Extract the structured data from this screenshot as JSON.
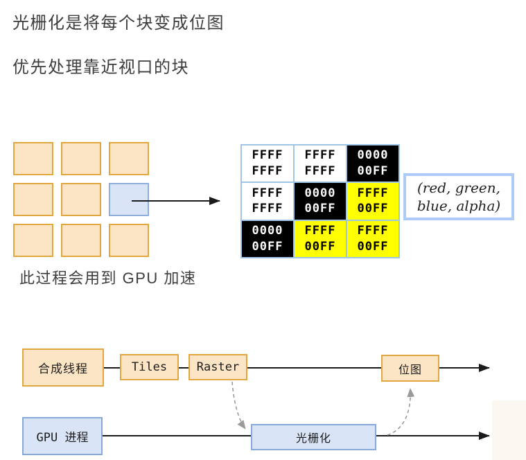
{
  "headings": {
    "line1": "光栅化是将每个块变成位图",
    "line2": "优先处理靠近视口的块",
    "gpu_note": "此过程会用到 GPU 加速"
  },
  "tile_grid": {
    "tiles": [
      {
        "name": "tile-r1c1",
        "bg": "#FCE5C5",
        "bc": "#E1A73E"
      },
      {
        "name": "tile-r1c2",
        "bg": "#FCE5C5",
        "bc": "#E1A73E"
      },
      {
        "name": "tile-r1c3",
        "bg": "#FCE5C5",
        "bc": "#E1A73E"
      },
      {
        "name": "tile-r2c1",
        "bg": "#FCE5C5",
        "bc": "#E1A73E"
      },
      {
        "name": "tile-r2c2",
        "bg": "#FCE5C5",
        "bc": "#E1A73E"
      },
      {
        "name": "tile-r2c3-highlighted",
        "bg": "#D9E5F7",
        "bc": "#8FAEDC"
      },
      {
        "name": "tile-r3c1",
        "bg": "#FCE5C5",
        "bc": "#E1A73E"
      },
      {
        "name": "tile-r3c2",
        "bg": "#FCE5C5",
        "bc": "#E1A73E"
      },
      {
        "name": "tile-r3c3",
        "bg": "#FCE5C5",
        "bc": "#E1A73E"
      }
    ]
  },
  "bitmap_table": {
    "border_color": "#9FC5E8",
    "cells": [
      {
        "line1": "FFFF",
        "line2": "FFFF",
        "bg": "#FFFFFF",
        "fg": "#000000"
      },
      {
        "line1": "FFFF",
        "line2": "FFFF",
        "bg": "#FFFFFF",
        "fg": "#000000"
      },
      {
        "line1": "0000",
        "line2": "00FF",
        "bg": "#000000",
        "fg": "#FFFFFF"
      },
      {
        "line1": "FFFF",
        "line2": "FFFF",
        "bg": "#FFFFFF",
        "fg": "#000000"
      },
      {
        "line1": "0000",
        "line2": "00FF",
        "bg": "#000000",
        "fg": "#FFFFFF"
      },
      {
        "line1": "FFFF",
        "line2": "00FF",
        "bg": "#FFFF00",
        "fg": "#000000"
      },
      {
        "line1": "0000",
        "line2": "00FF",
        "bg": "#000000",
        "fg": "#FFFFFF"
      },
      {
        "line1": "FFFF",
        "line2": "00FF",
        "bg": "#FFFF00",
        "fg": "#000000"
      },
      {
        "line1": "FFFF",
        "line2": "00FF",
        "bg": "#FFFF00",
        "fg": "#000000"
      }
    ]
  },
  "rgba_label": {
    "line1": "(red, green,",
    "line2": "blue, alpha)"
  },
  "flow": {
    "compositor_label": "合成线程",
    "tiles_label": "Tiles",
    "raster_label": "Raster",
    "bitmap_label": "位图",
    "gpu_process_label": "GPU 进程",
    "rasterize_label": "光栅化"
  },
  "colors": {
    "heading_text": "#3d3d3d",
    "orange_box_fill": "#FCE5C5",
    "orange_box_border": "#E1A73E",
    "blue_box_fill": "#D9E5F6",
    "blue_box_border": "#87A9D9",
    "table_border": "#9FC5E8",
    "label_border": "#AECBF7",
    "solid_arrow": "#1a1a1a",
    "dashed_arrow": "#9a9a9a",
    "corner_artifact": "#FAF8F0"
  }
}
